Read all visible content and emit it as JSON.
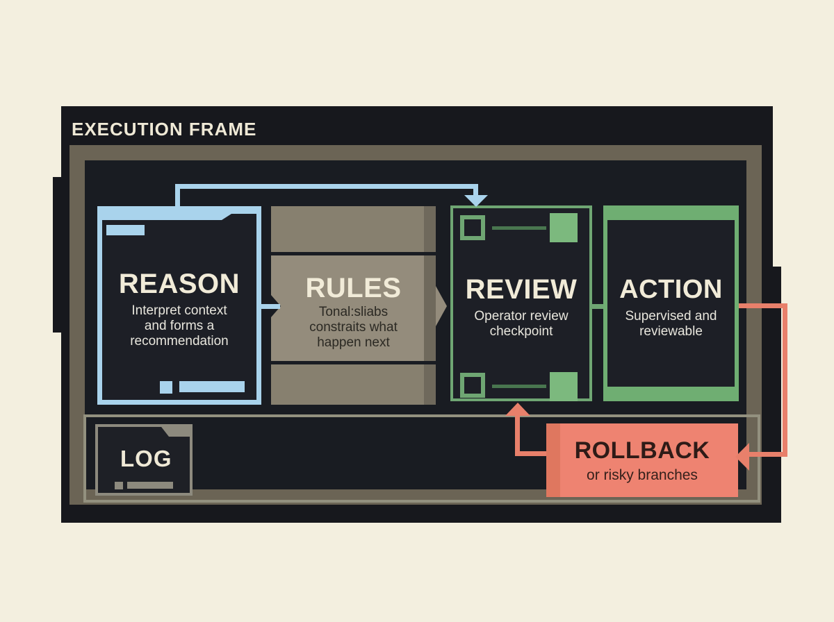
{
  "title": "EXECUTION FRAME",
  "boxes": {
    "reason": {
      "title": "REASON",
      "subtitle": "Interpret context\nand forms a\nrecommendation"
    },
    "rules": {
      "title": "RULES",
      "subtitle": "Tonal:sliabs\nconstraits what\nhappen next"
    },
    "review": {
      "title": "REVIEW",
      "subtitle": "Operator review\ncheckpoint"
    },
    "action": {
      "title": "ACTION",
      "subtitle": "Supervised and\nreviewable"
    },
    "log": {
      "title": "LOG"
    },
    "rollback": {
      "title": "ROLLBACK",
      "subtitle": "or risky branches"
    }
  },
  "connectors": [
    {
      "name": "reason-to-review",
      "color": "#a9d3ec"
    },
    {
      "name": "reason-to-rules",
      "color": "#a9d3ec"
    },
    {
      "name": "review-to-action",
      "color": "#6fa673"
    },
    {
      "name": "action-to-rollback",
      "color": "#e8806b"
    },
    {
      "name": "rollback-to-review",
      "color": "#e8806b"
    }
  ],
  "colors": {
    "background": "#f3efdf",
    "frame": "#17181d",
    "panel": "#191c22",
    "olive_border": "#6b6455",
    "strip_outline": "#93917f",
    "blue_accent": "#a9d3ec",
    "green_accent": "#6fa673",
    "green_fill": "#7cb97e",
    "slab": "#87806f",
    "salmon": "#ee8371",
    "cream_text": "#efe9d6"
  }
}
